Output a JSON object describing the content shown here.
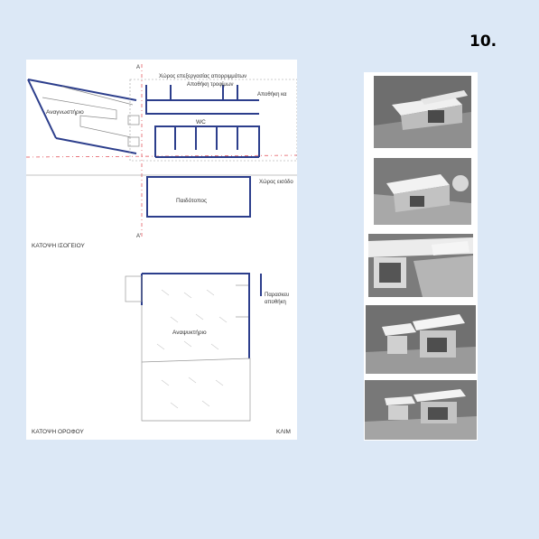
{
  "slide": {
    "number": "10."
  },
  "ground_floor": {
    "caption": "ΚΑΤΟΨΗ ΙΣΟΓΕΙΟΥ",
    "rooms": {
      "waste": "Χώρος επεξεργασίας απορριμμάτων",
      "food_storage": "Αποθήκη τροφίμων",
      "storage": "Αποθήκη κα",
      "reading_room": "Αναγνωστήριο",
      "wc": "WC",
      "entrance": "Χώρος εισόδο",
      "playground": "Παιδότοπος"
    }
  },
  "upper_floor": {
    "caption": "ΚΑΤΟΨΗ ΟΡΟΦΟΥ",
    "caption_right": "ΚΛΙΜ",
    "rooms": {
      "cafe": "Αναψυκτήριο",
      "prep_line1": "Παρασκευ",
      "prep_line2": "αποθήκη"
    }
  },
  "section_marks": {
    "top": "A",
    "bottom": "A'"
  },
  "colors": {
    "background": "#dce8f6",
    "wall": "#2c3e8c",
    "section_line": "#e0444e"
  },
  "model_photos": [
    "model-photo-1",
    "model-photo-2",
    "model-photo-3",
    "model-photo-4",
    "model-photo-5"
  ]
}
